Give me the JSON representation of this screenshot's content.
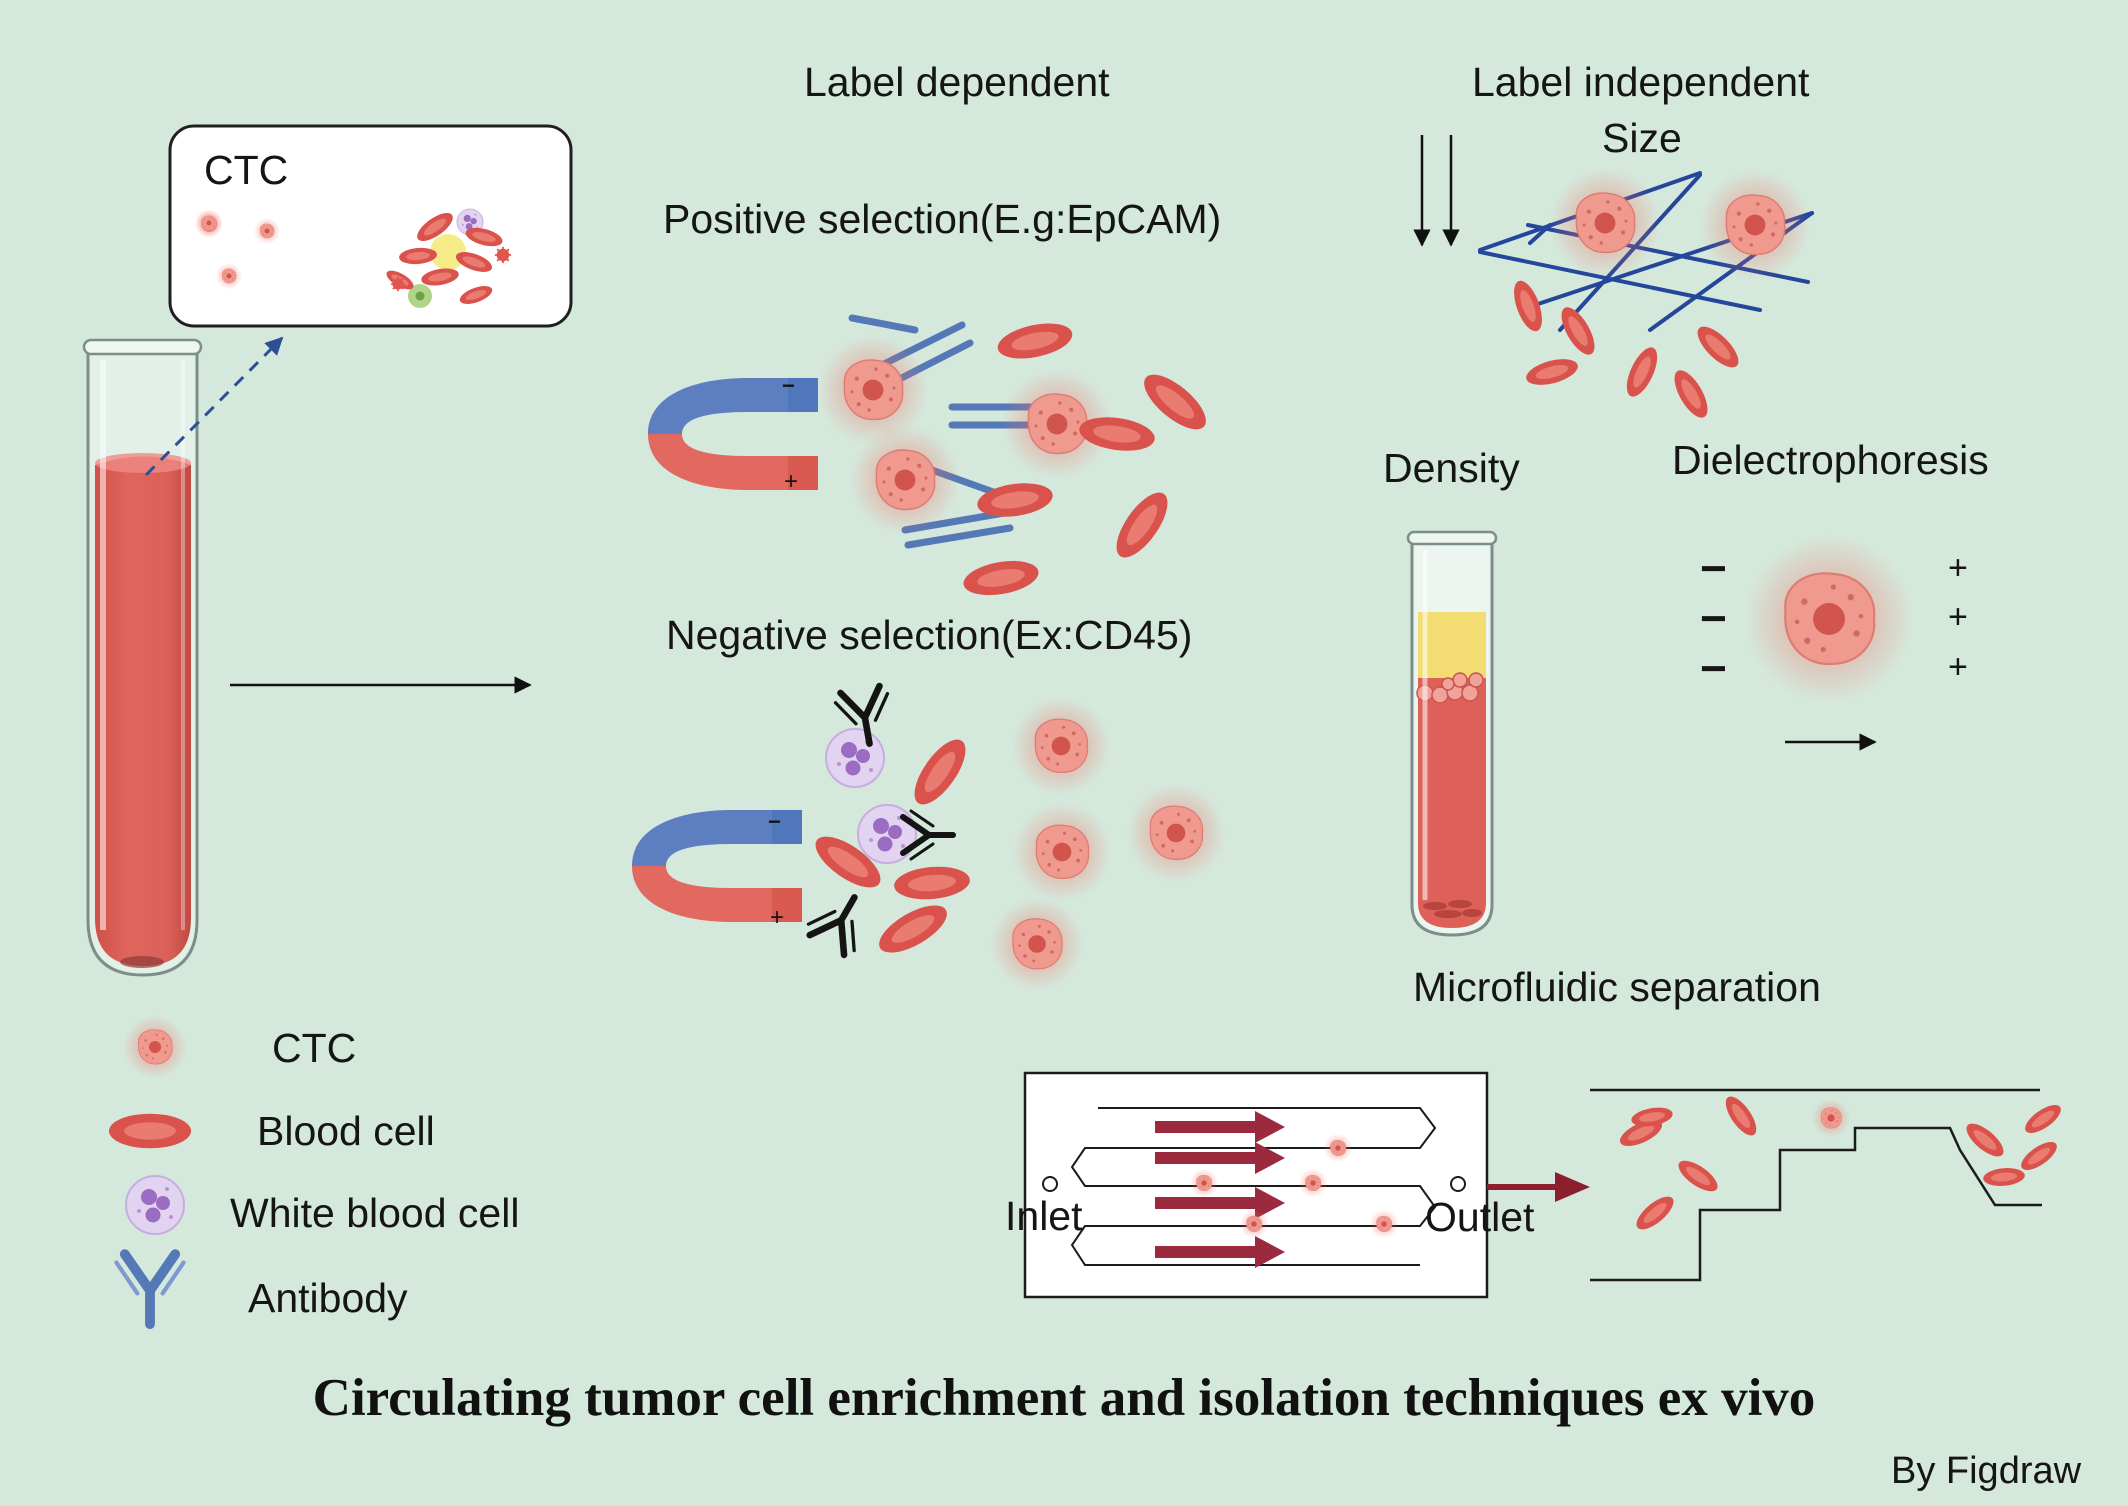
{
  "sections": {
    "label_dependent": "Label dependent",
    "label_independent": "Label independent",
    "size": "Size",
    "positive_selection": "Positive selection(E.g:EpCAM)",
    "negative_selection": "Negative selection(Ex:CD45)",
    "density": "Density",
    "dielectrophoresis": "Dielectrophoresis",
    "microfluidic_separation": "Microfluidic separation"
  },
  "inset": {
    "label": "CTC"
  },
  "legend": {
    "items": [
      {
        "icon": "ctc-icon",
        "label": "CTC"
      },
      {
        "icon": "blood-cell-icon",
        "label": "Blood cell"
      },
      {
        "icon": "white-blood-cell-icon",
        "label": "White blood cell"
      },
      {
        "icon": "antibody-icon",
        "label": "Antibody"
      }
    ]
  },
  "microfluidic": {
    "inlet": "Inlet",
    "outlet": "Outlet"
  },
  "dielectrophoresis_panel": {
    "minus": "−",
    "plus": "+"
  },
  "magnet": {
    "minus": "−",
    "plus": "+"
  },
  "title": "Circulating tumor cell enrichment and isolation techniques ex vivo",
  "credit": "By Figdraw",
  "colors": {
    "background": "#d5e8dc",
    "blood_cell": "#e05a52",
    "ctc": "#ef9a90",
    "wbc": "#d9c4ea",
    "antibody": "#5579b7",
    "magnet_blue": "#5d7fc0",
    "magnet_red": "#e2695f",
    "grid_line": "#24479b",
    "channel_arrow": "#9c2a3f"
  }
}
